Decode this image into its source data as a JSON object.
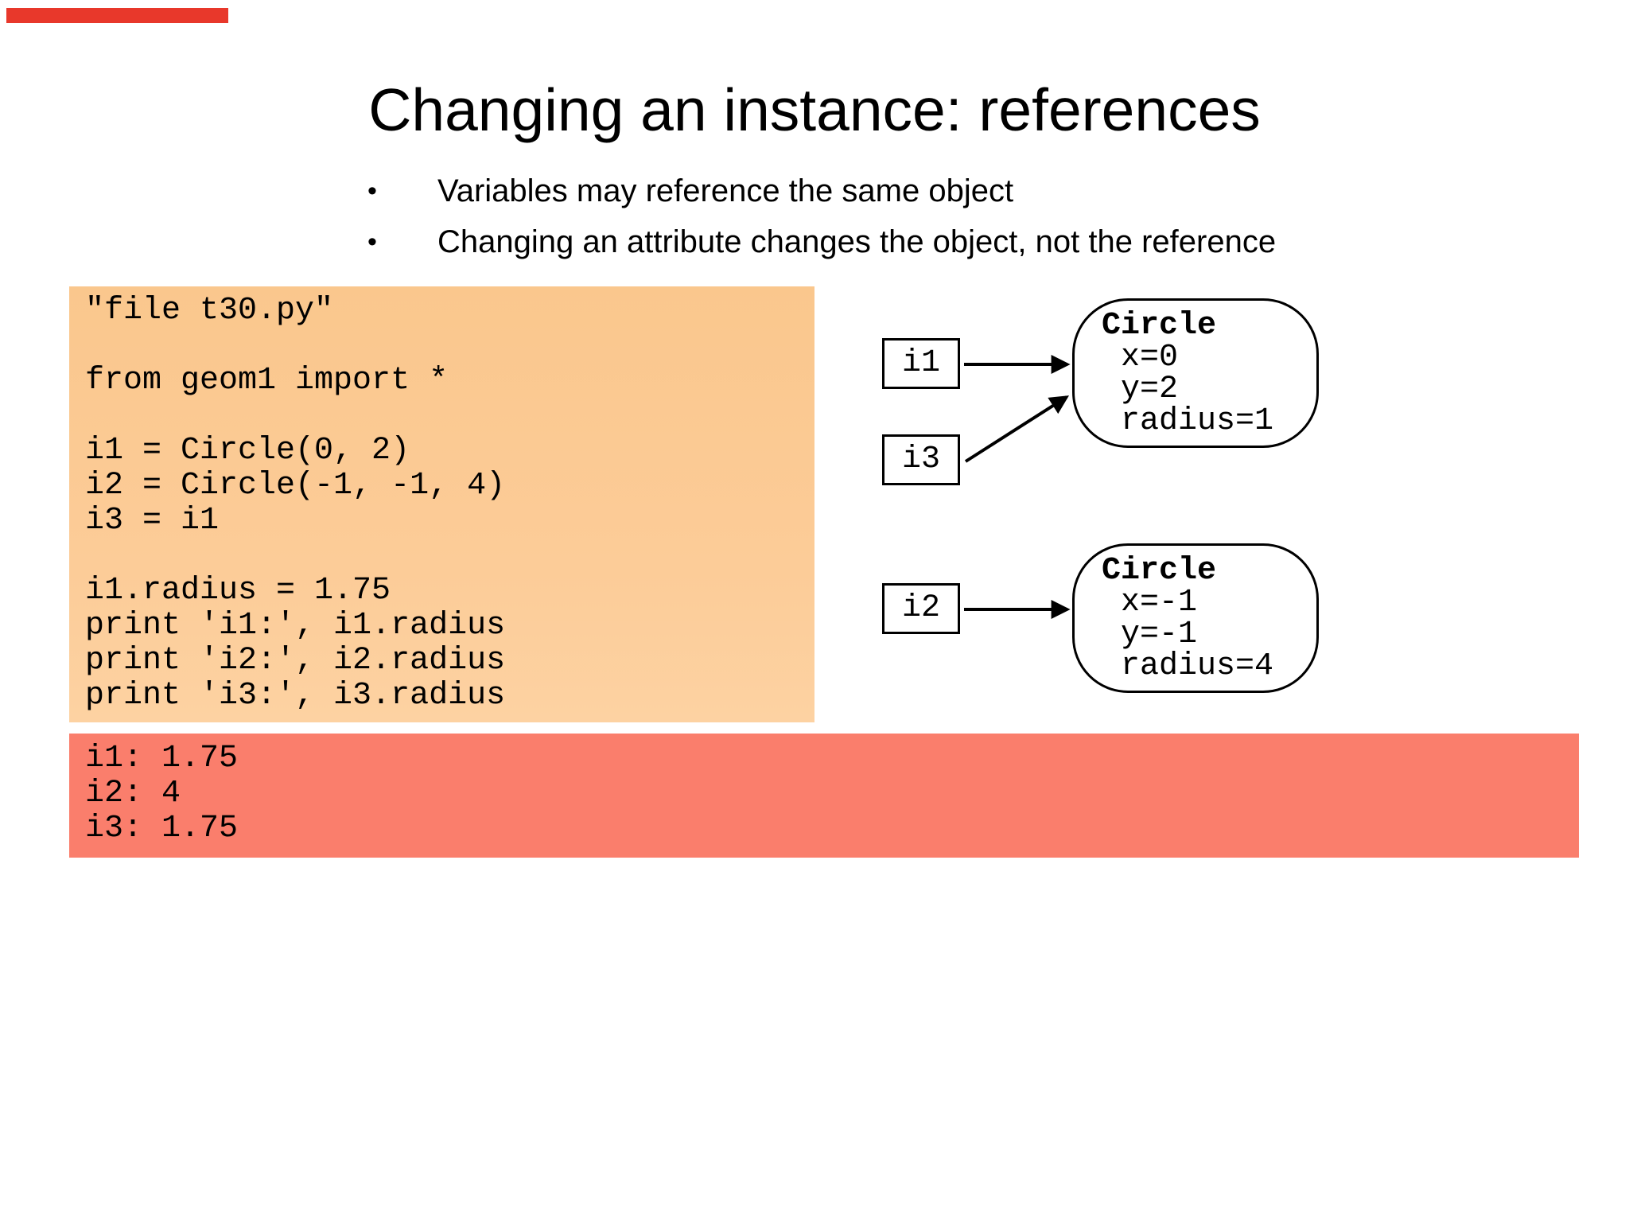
{
  "slide": {
    "title": "Changing an instance: references",
    "bullet_char": "•",
    "bullets": [
      "Variables may reference the same object",
      "Changing an attribute changes the object, not the reference"
    ]
  },
  "code_block": {
    "bg_color_top": "#FAC78D",
    "bg_color_bottom": "#FDD2A2",
    "lines": [
      "\"file t30.py\"",
      "",
      "from geom1 import *",
      "",
      "i1 = Circle(0, 2)",
      "i2 = Circle(-1, -1, 4)",
      "i3 = i1",
      "",
      "i1.radius = 1.75",
      "print 'i1:', i1.radius",
      "print 'i2:', i2.radius",
      "print 'i3:', i3.radius"
    ]
  },
  "output_block": {
    "bg_color": "#FA7E6C",
    "lines": [
      "i1: 1.75",
      "i2: 4",
      "i3: 1.75"
    ]
  },
  "diagram": {
    "variables": [
      {
        "label": "i1"
      },
      {
        "label": "i3"
      },
      {
        "label": "i2"
      }
    ],
    "objects": [
      {
        "class_name": "Circle",
        "attributes": [
          "x=0",
          "y=2",
          "radius=1"
        ]
      },
      {
        "class_name": "Circle",
        "attributes": [
          "x=-1",
          "y=-1",
          "radius=4"
        ]
      }
    ],
    "edges": [
      {
        "from": "i1",
        "to": "circle-object-1"
      },
      {
        "from": "i3",
        "to": "circle-object-1"
      },
      {
        "from": "i2",
        "to": "circle-object-2"
      }
    ]
  },
  "decor": {
    "red_accent_bar_color": "#E8382B",
    "line_color": "#000000"
  }
}
